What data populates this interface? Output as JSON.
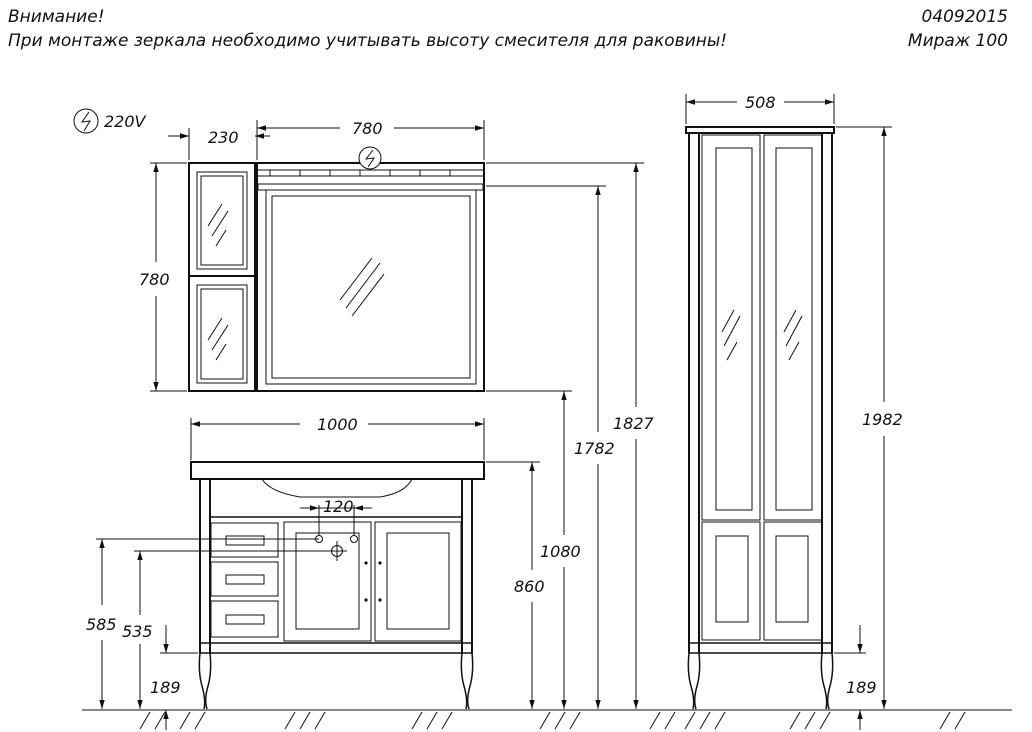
{
  "header": {
    "warning_title": "Внимание!",
    "warning_text": "При монтаже зеркала необходимо учитывать высоту смесителя для раковины!",
    "doc_code": "04092015",
    "model": "Мираж  100"
  },
  "power": {
    "voltage_label": "220V",
    "symbol": "electric-outlet-icon"
  },
  "dimensions": {
    "cabinet_width": "230",
    "mirror_width": "780",
    "mirror_height": "780",
    "vanity_width": "1000",
    "faucet_spacing": "120",
    "height_585": "585",
    "height_535": "535",
    "leg_height_left": "189",
    "vanity_860": "860",
    "vanity_1080": "1080",
    "mirror_1782": "1782",
    "mirror_1827": "1827",
    "column_width": "508",
    "column_height": "1982",
    "leg_height_right": "189"
  }
}
